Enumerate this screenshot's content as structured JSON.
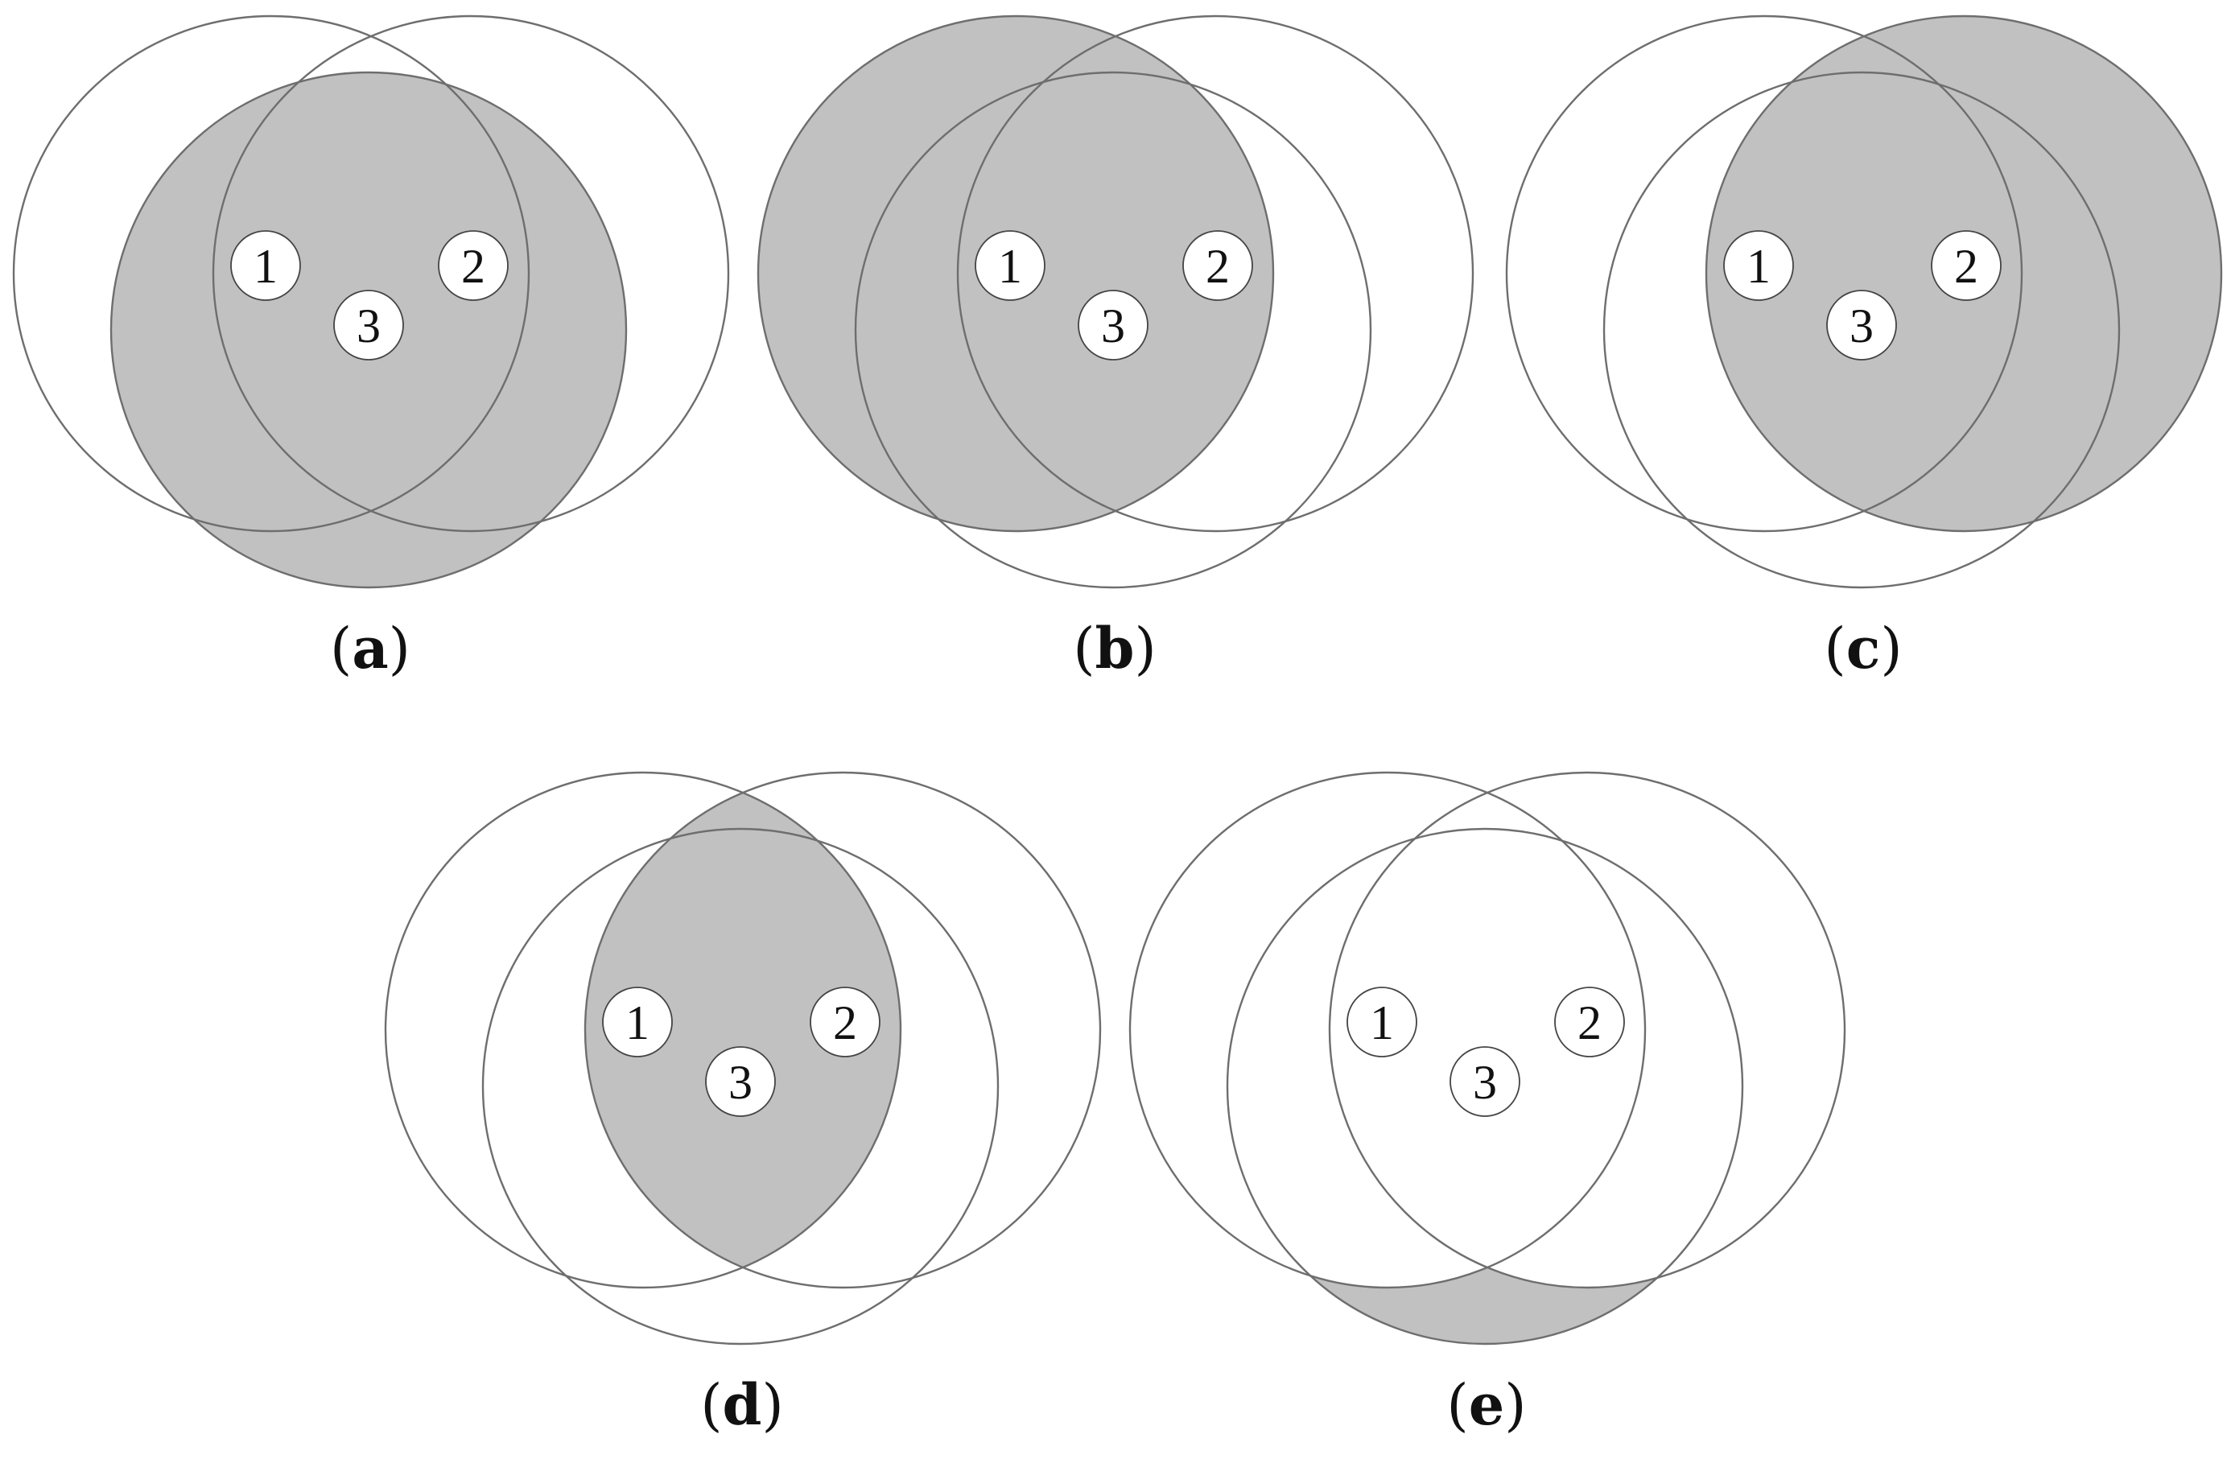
{
  "figure": {
    "shade_color": "#c1c1c1",
    "stroke_color": "#6e6e6e",
    "panels": [
      {
        "id": "a",
        "label_open": "(",
        "label_letter": "a",
        "label_close": ")",
        "shaded_region": "circle-3",
        "nodes": [
          {
            "label": "1"
          },
          {
            "label": "2"
          },
          {
            "label": "3"
          }
        ]
      },
      {
        "id": "b",
        "label_open": "(",
        "label_letter": "b",
        "label_close": ")",
        "shaded_region": "circle-1",
        "nodes": [
          {
            "label": "1"
          },
          {
            "label": "2"
          },
          {
            "label": "3"
          }
        ]
      },
      {
        "id": "c",
        "label_open": "(",
        "label_letter": "c",
        "label_close": ")",
        "shaded_region": "circle-2",
        "nodes": [
          {
            "label": "1"
          },
          {
            "label": "2"
          },
          {
            "label": "3"
          }
        ]
      },
      {
        "id": "d",
        "label_open": "(",
        "label_letter": "d",
        "label_close": ")",
        "shaded_region": "intersection-1-2",
        "nodes": [
          {
            "label": "1"
          },
          {
            "label": "2"
          },
          {
            "label": "3"
          }
        ]
      },
      {
        "id": "e",
        "label_open": "(",
        "label_letter": "e",
        "label_close": ")",
        "shaded_region": "circle-3-only",
        "nodes": [
          {
            "label": "1"
          },
          {
            "label": "2"
          },
          {
            "label": "3"
          }
        ]
      }
    ]
  }
}
